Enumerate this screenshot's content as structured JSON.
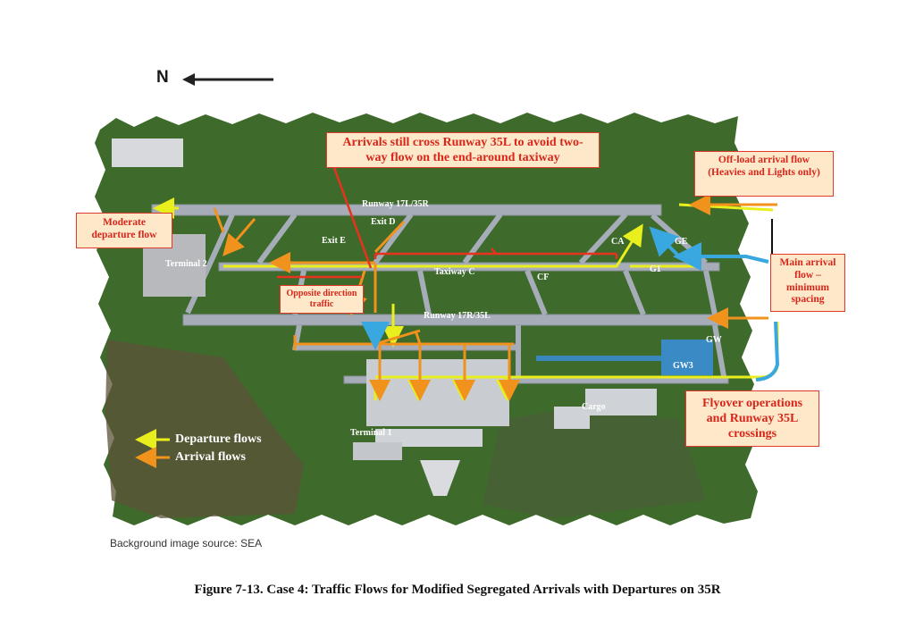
{
  "north": {
    "label": "N"
  },
  "callouts": {
    "arrivals_cross": "Arrivals still cross Runway 35L to avoid two-way flow on the end-around taxiway",
    "offload": "Off-load arrival flow (Heavies and Lights only)",
    "moderate_departure": "Moderate departure flow",
    "opposite_direction": "Opposite direction traffic",
    "main_arrival": "Main arrival flow – minimum spacing",
    "flyover": "Flyover operations and Runway 35L crossings"
  },
  "labels": {
    "runway_17l_35r": "Runway 17L/35R",
    "runway_17r_35l": "Runway 17R/35L",
    "exit_d": "Exit D",
    "exit_e": "Exit E",
    "terminal_2": "Terminal 2",
    "taxiway_c": "Taxiway C",
    "ca": "CA",
    "ge": "GE",
    "cf": "CF",
    "g1": "G1",
    "gw": "GW",
    "gw3": "GW3",
    "cargo": "Cargo",
    "terminal_1": "Terminal 1"
  },
  "legend": {
    "departure": "Departure flows",
    "arrival": "Arrival flows"
  },
  "colors": {
    "departure": "#e8ef1c",
    "arrival": "#f0921c",
    "runway_cross": "#e8321e",
    "main_arrival": "#3aa8e0",
    "grass": "#3e6b2c",
    "pavement": "#a6adb8"
  },
  "source": "Background image source: SEA",
  "caption": "Figure 7-13.  Case 4:  Traffic Flows for Modified Segregated Arrivals with Departures on 35R"
}
